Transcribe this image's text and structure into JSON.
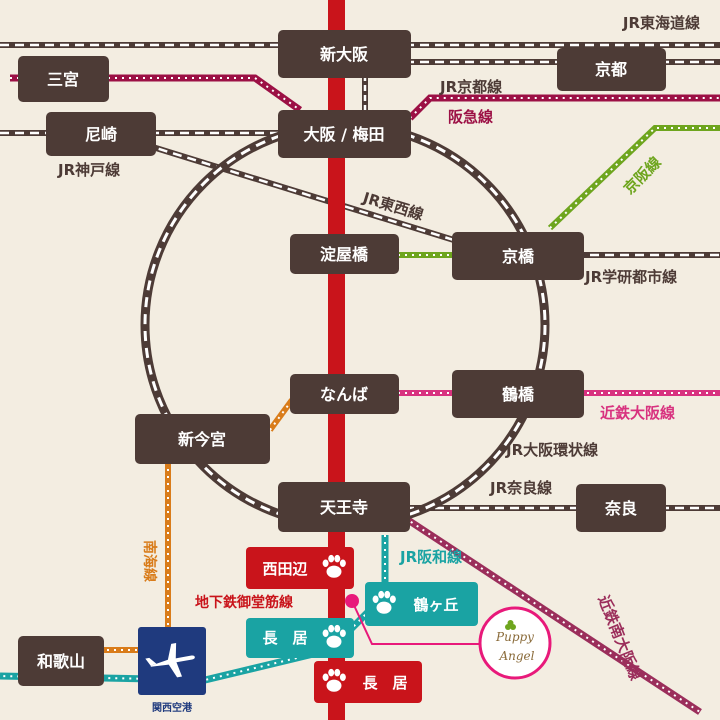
{
  "colors": {
    "background": "#f3ede1",
    "jr_rail": "#4d3b36",
    "station_box": "#4d3b36",
    "subway_red": "#c9141b",
    "hankyu": "#9c1045",
    "keihan": "#6ea51e",
    "kintetsu": "#d8327f",
    "nankai": "#d97c1a",
    "jr_hanwa": "#1aa3a3",
    "kintetsu_minami_osaka": "#9b2e5b",
    "kansai_airport_box": "#1f3a7e",
    "badge_pink": "#e8197a"
  },
  "stations": {
    "shin_osaka": "新大阪",
    "kyoto": "京都",
    "sannomiya": "三宮",
    "amagasaki": "尼崎",
    "osaka_umeda": "大阪 / 梅田",
    "yodoyabashi": "淀屋橋",
    "kyobashi": "京橋",
    "namba": "なんば",
    "tsuruhashi": "鶴橋",
    "shin_imamiya": "新今宮",
    "tennoji": "天王寺",
    "nara": "奈良",
    "nishitanabe": "西田辺",
    "tsurugaoka": "鶴ヶ丘",
    "nagai_jr": "長　居",
    "nagai_subway": "長　居",
    "wakayama": "和歌山",
    "kansai_airport": "関西空港"
  },
  "lines": {
    "jr_tokaido": "JR東海道線",
    "jr_kyoto": "JR京都線",
    "hankyu": "阪急線",
    "jr_kobe": "JR神戸線",
    "jr_tozai": "JR東西線",
    "keihan": "京阪線",
    "jr_gakkentoshi": "JR学研都市線",
    "kintetsu_osaka": "近鉄大阪線",
    "jr_osaka_loop": "JR大阪環状線",
    "jr_nara": "JR奈良線",
    "jr_hanwa": "JR阪和線",
    "nankai": "南海線",
    "midosuji": "地下鉄御堂筋線",
    "kintetsu_minami_osaka": "近鉄南大阪線"
  },
  "badge": {
    "line1": "Puppy",
    "line2": "Angel"
  },
  "icons": {
    "airport": "airplane-icon",
    "store_marker": "paw-icon"
  }
}
